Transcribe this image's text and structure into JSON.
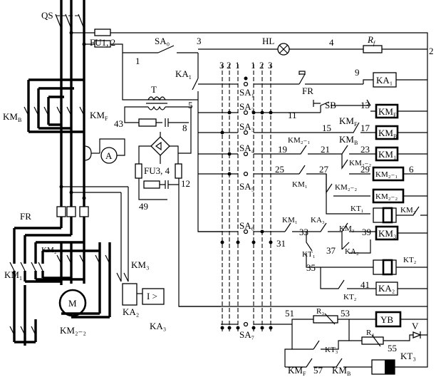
{
  "labels": {
    "qs": "QS",
    "fu12": "FU1, 2",
    "sa0": "SA₀",
    "n1": "1",
    "n3": "3",
    "hl": "HL",
    "n4": "4",
    "rf": "R",
    "rf_sub": "f",
    "n2": "2",
    "ka1": "KA",
    "ka1_sub": "1",
    "t": "T",
    "n5": "5",
    "fr_top": "FR",
    "n9": "9",
    "sb": "SB",
    "n11": "11",
    "n13": "13",
    "kmb_left": "KM",
    "kmb_left_sub": "B",
    "kmf_left": "KM",
    "kmf_left_sub": "F",
    "n43": "43",
    "n8": "8",
    "a": "A",
    "fu34": "FU3, 4",
    "n12": "12",
    "n49": "49",
    "fr_left": "FR",
    "km21_left": "KM₂₋₁",
    "km1_left": "KM",
    "km1_left_sub": "1",
    "km3_left": "KM₃",
    "m": "M",
    "km22_left": "KM₂₋₂",
    "ka2_left": "KA₂",
    "ka3_left": "KA₃",
    "i_relay": "I >",
    "sa_nums_left": [
      "3",
      "2",
      "1"
    ],
    "sa_nums_right": [
      "1",
      "2",
      "3"
    ],
    "sa_rows": [
      "SA₁",
      "SA₂",
      "SA₃",
      "SA₄",
      "SA₅",
      "SA₆",
      "SA₇"
    ],
    "kmf15": "KM",
    "kmf15_sub": "F",
    "n15": "15",
    "n17": "17",
    "km21_c": "KM₂₋₁",
    "kmb21": "KM",
    "kmb21_sub": "B",
    "n19": "19",
    "n21": "21",
    "n23": "23",
    "km22_c": "KM₂₋₂",
    "n25": "25",
    "n27": "27",
    "n29": "29",
    "n6": "6",
    "km1_c": "KM₁",
    "km22_c2": "KM₂₋₂",
    "kt1": "KT₁",
    "km3_c": "KM₃",
    "n31": "31",
    "km1_33": "KM₁",
    "n33": "33",
    "ka3_33": "KA₃",
    "km3_39": "KM₃",
    "n39": "39",
    "kt1_c": "KT₁",
    "n37": "37",
    "ka2_c": "KA₂",
    "n35": "35",
    "kt2": "KT₂",
    "kt2_c": "KT₂",
    "n41": "41",
    "n51": "51",
    "r3": "R₃",
    "n53": "53",
    "r4": "R₄",
    "v": "V",
    "n55": "55",
    "kt3_c": "KT₃",
    "kmf57": "KM",
    "kmf57_sub": "F",
    "n57": "57",
    "kmb57": "KM",
    "kmb57_sub": "B"
  },
  "coils": {
    "ka1": "KA₁",
    "kmf": "KM",
    "kmf_sub": "F",
    "kmb": "KM",
    "kmb_sub": "B",
    "km1": "KM₁",
    "km21": "KM₂₋₁",
    "km22": "KM₂₋₂",
    "km3": "KM₃",
    "ka2": "KA₂",
    "yb": "YB",
    "kt3": "KT₃"
  }
}
